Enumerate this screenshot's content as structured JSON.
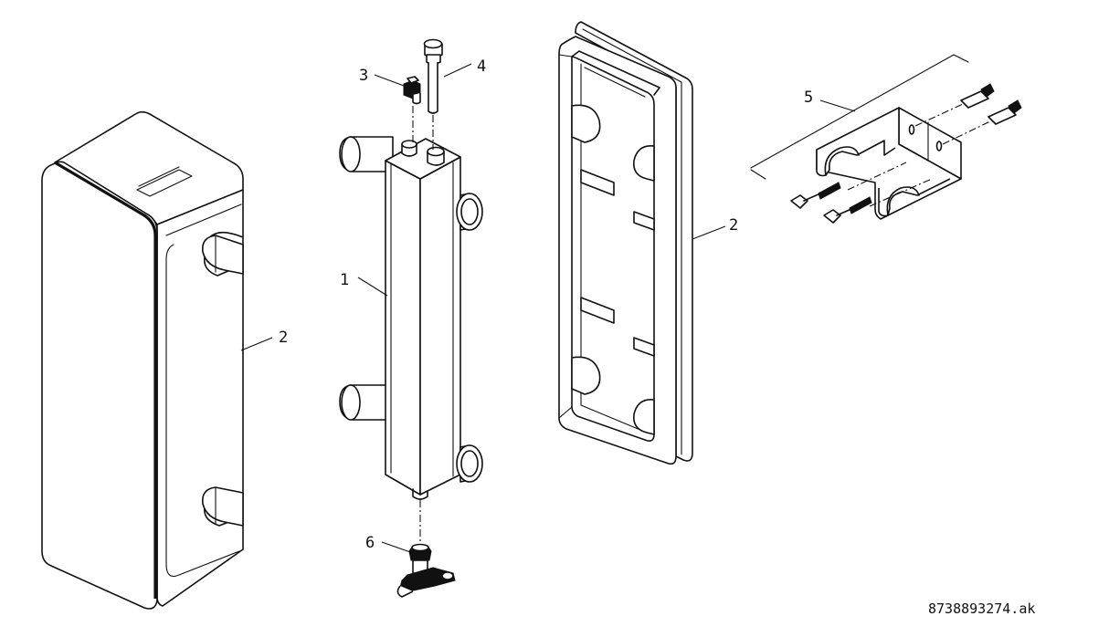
{
  "callouts": {
    "c1": "1",
    "c2_left": "2",
    "c2_right": "2",
    "c3": "3",
    "c4": "4",
    "c5": "5",
    "c6": "6"
  },
  "drawing_code": "8738893274.ak"
}
